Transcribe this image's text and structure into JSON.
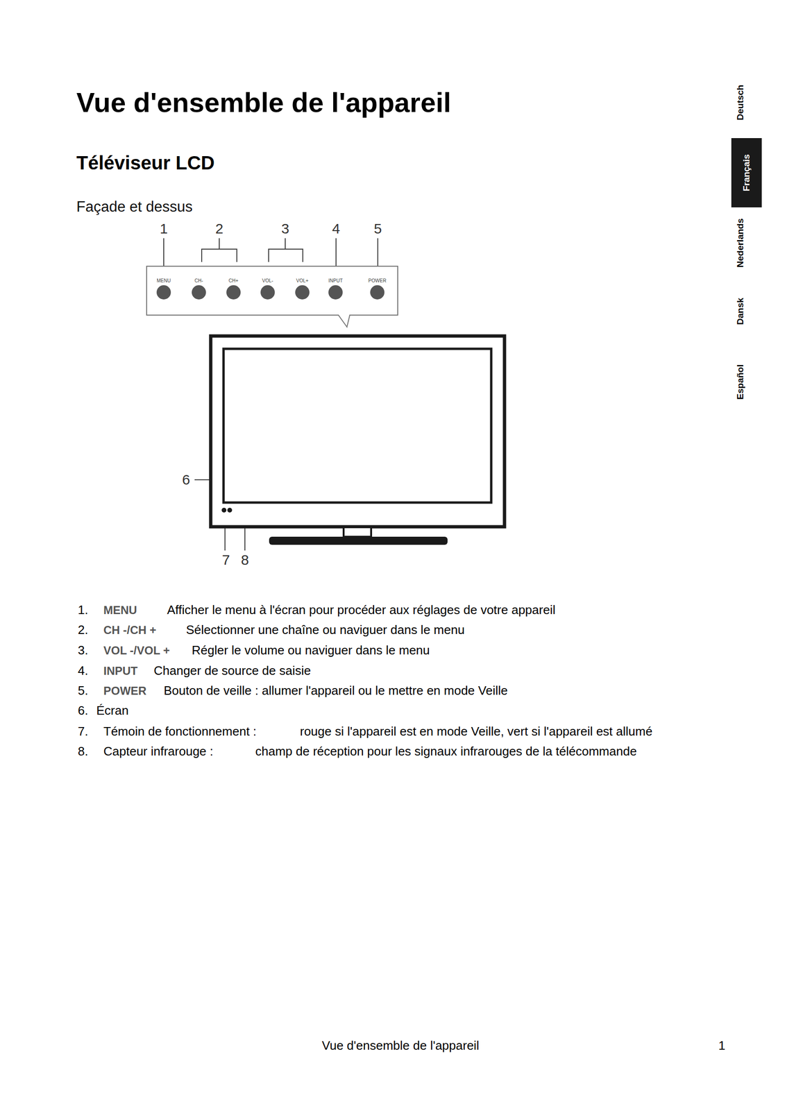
{
  "diagram": {
    "title": "Vue d'ensemble de l'appareil",
    "nodes": [
      {
        "text": [
          "MENU",
          "CH-",
          "CH+",
          "VOL-",
          "VOL+",
          "INPUT",
          "POWER"
        ]
      },
      {
        "text": [
          "Français"
        ]
      }
    ],
    "labels": [
      "Téléviseur LCD",
      "Façade et dessus",
      "1",
      "2",
      "3",
      "4",
      "5",
      "6",
      "7",
      "8",
      "1.",
      "MENU",
      "Afficher le menu à l'écran pour procéder aux réglages de votre appareil",
      "2.",
      "CH -/CH +",
      "Sélectionner une chaîne ou naviguer dans le menu",
      "3.",
      "VOL -/VOL +",
      "Régler le volume ou naviguer dans le menu",
      "4.",
      "INPUT",
      "Changer de source de saisie",
      "5.",
      "POWER",
      "Bouton de veille : allumer l'appareil ou le mettre en mode Veille",
      "6.",
      "Écran",
      "7.",
      "Témoin de fonctionnement :",
      "rouge si l'appareil est en mode Veille, vert si l'appareil est allumé",
      "8.",
      "Capteur infrarouge :",
      "champ de réception pour les signaux infrarouges de la télécommande",
      "Deutsch",
      "Nederlands",
      "Dansk",
      "Español",
      "Vue d'ensemble de l'appareil",
      "1"
    ]
  }
}
